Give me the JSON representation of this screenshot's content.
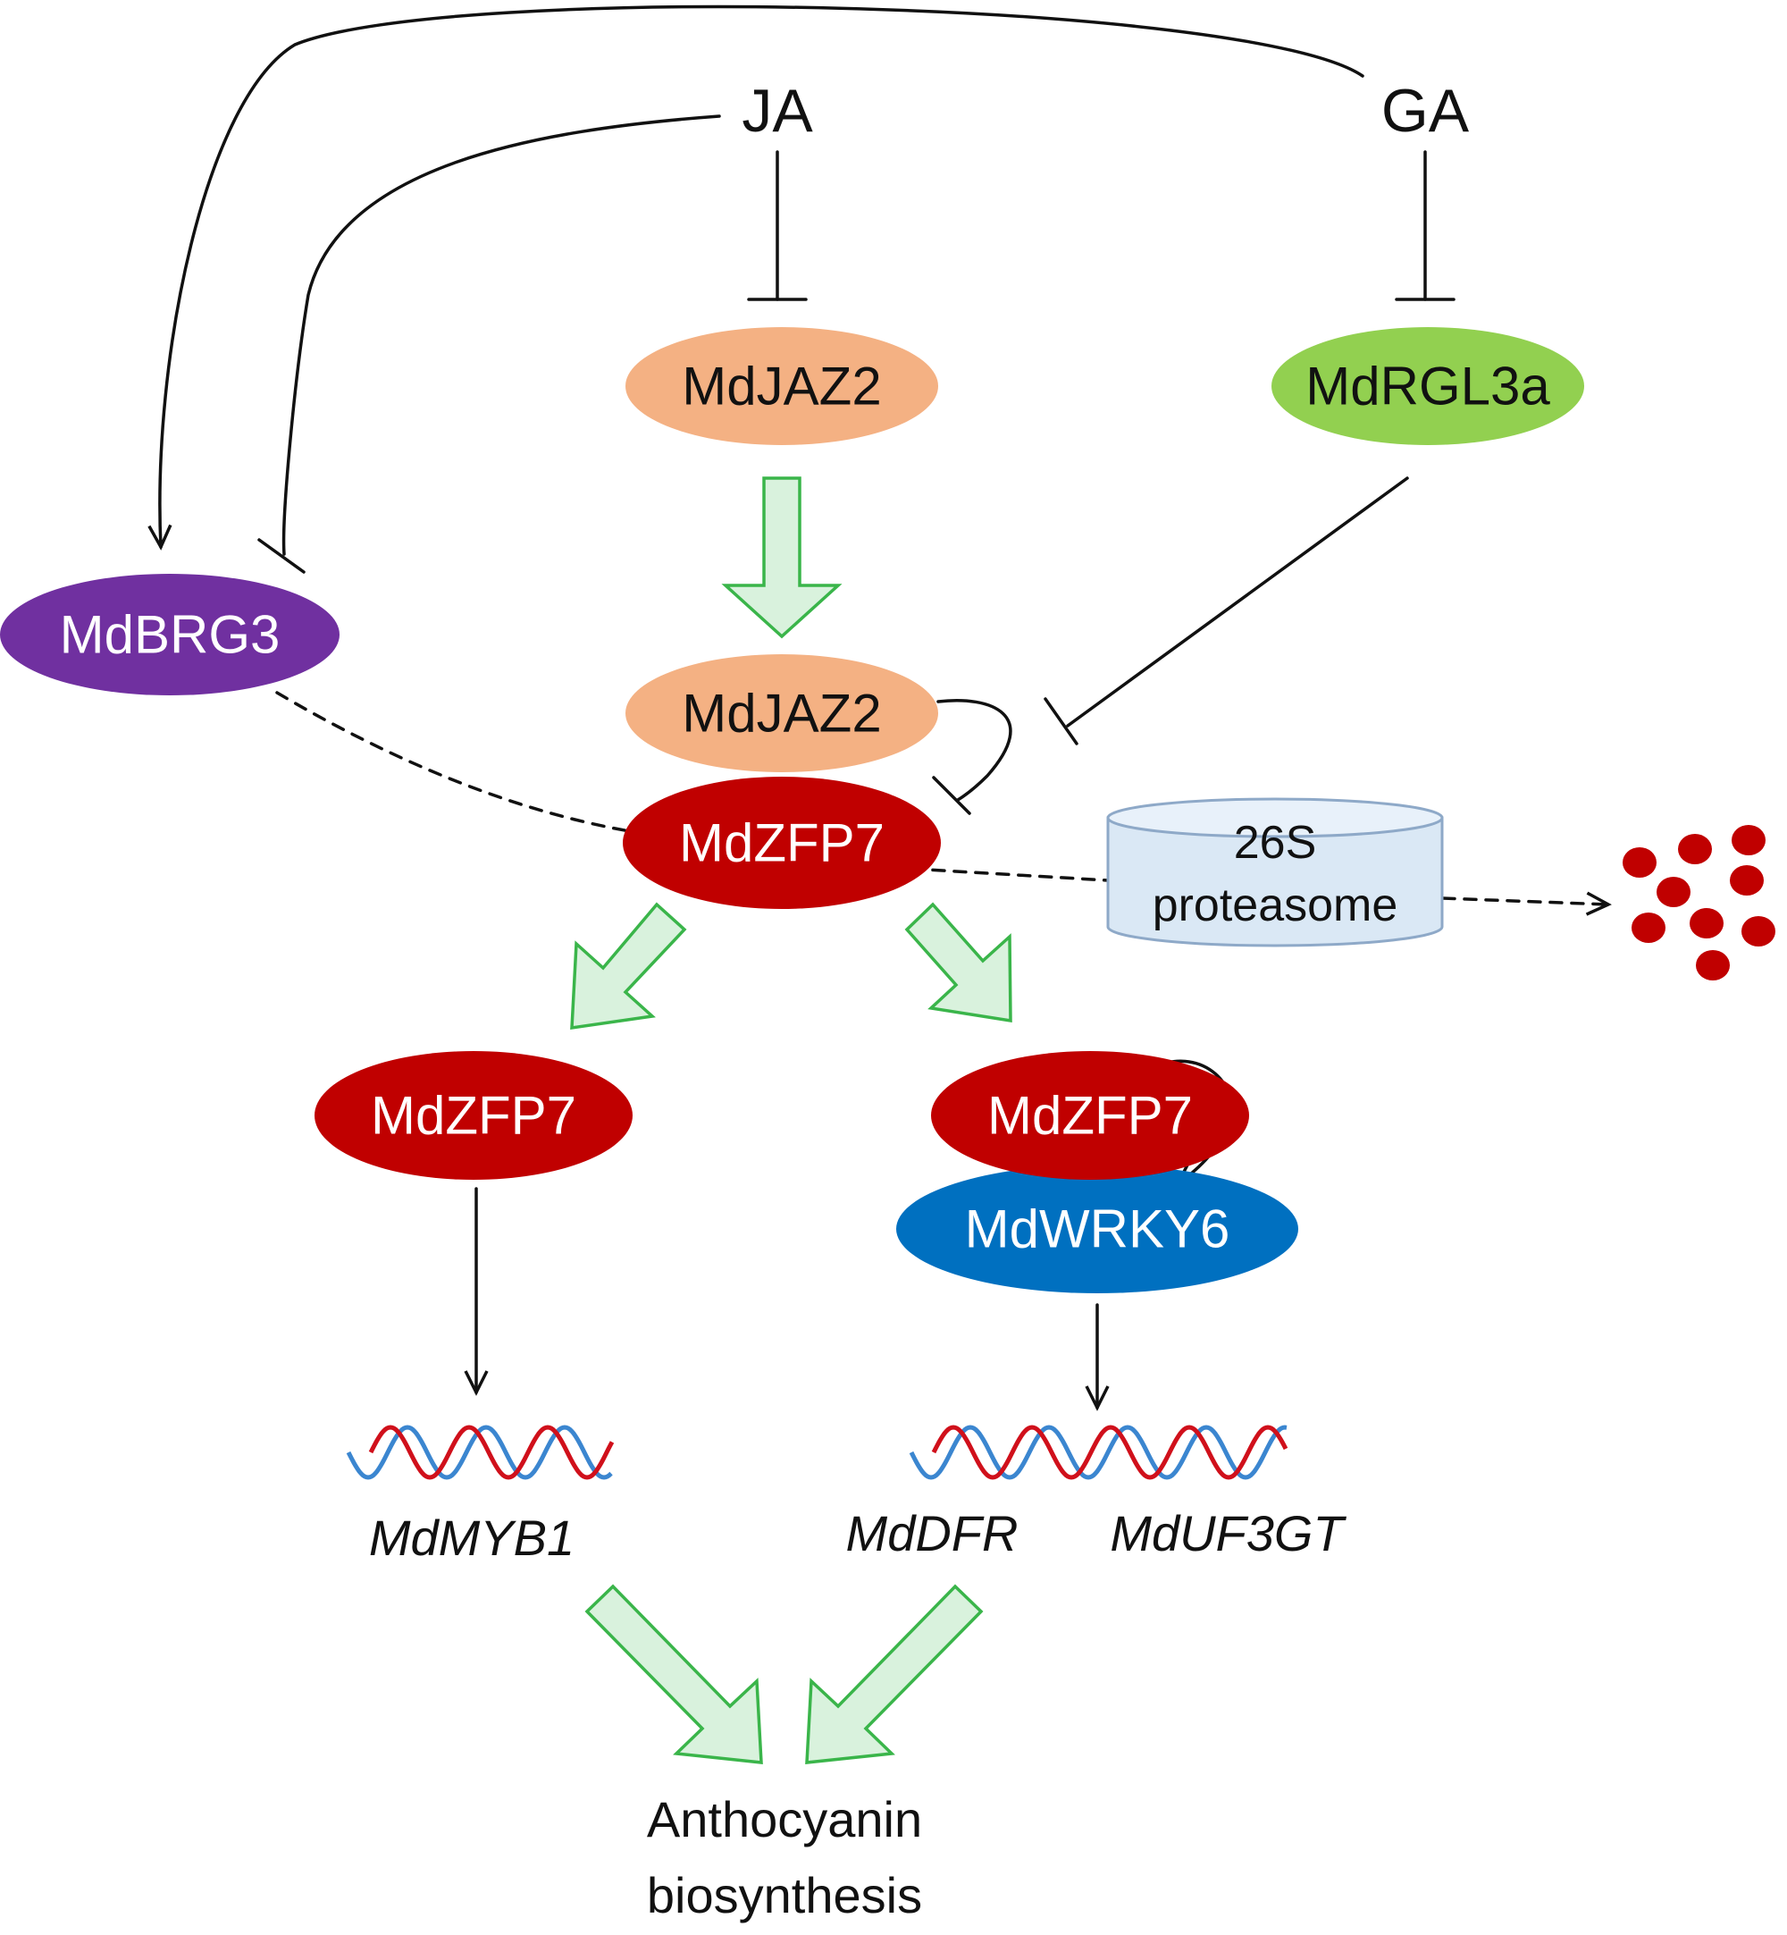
{
  "hormones": {
    "ja": "JA",
    "ga": "GA"
  },
  "nodes": {
    "jaz2_top": "MdJAZ2",
    "rgl3a": "MdRGL3a",
    "brg3": "MdBRG3",
    "jaz2_complex": "MdJAZ2",
    "zfp7_complex": "MdZFP7",
    "zfp7_left": "MdZFP7",
    "zfp7_right": "MdZFP7",
    "wrky6": "MdWRKY6"
  },
  "proteasome": {
    "line1": "26S",
    "line2": "proteasome"
  },
  "genes": {
    "myb1": "MdMYB1",
    "dfr": "MdDFR",
    "uf3gt": "MdUF3GT"
  },
  "output": {
    "line1": "Anthocyanin",
    "line2": "biosynthesis"
  },
  "colors": {
    "jaz2": "#f4b183",
    "rgl3a": "#92d050",
    "brg3": "#7030a0",
    "zfp7": "#c00000",
    "wrky6": "#0070c0",
    "proteasome_fill": "#dae8f5",
    "proteasome_stroke": "#8ea9c8",
    "green_arrow_fill": "#d9f2dd",
    "green_arrow_stroke": "#3ab54a",
    "dna_red": "#d0101b",
    "dna_blue": "#3b86d0"
  }
}
